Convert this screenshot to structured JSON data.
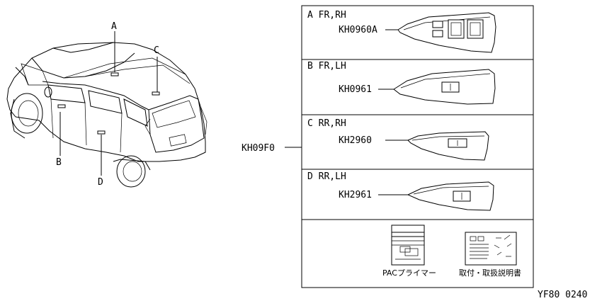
{
  "car": {
    "callouts": [
      "A",
      "B",
      "C",
      "D"
    ]
  },
  "assembly_part_no": "KH09F0",
  "sections": [
    {
      "label": "A FR,RH",
      "part_no": "KH0960A"
    },
    {
      "label": "B FR,LH",
      "part_no": "KH0961"
    },
    {
      "label": "C RR,RH",
      "part_no": "KH2960"
    },
    {
      "label": "D RR,LH",
      "part_no": "KH2961"
    }
  ],
  "accessories": {
    "primer_label": "PACプライマー",
    "manual_label": "取付・取扱説明書"
  },
  "figure_code": "YF80 0240"
}
